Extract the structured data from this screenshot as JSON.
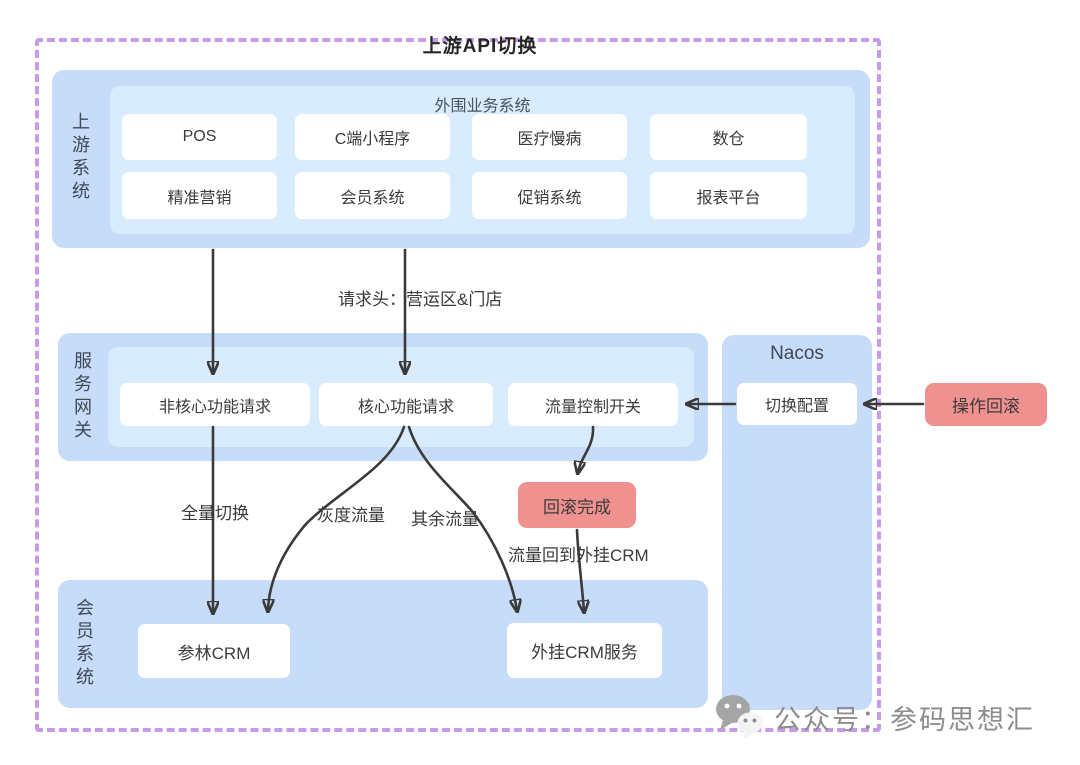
{
  "title": "上游API切换",
  "upstream": {
    "label": "上游系统",
    "inner_title": "外围业务系统",
    "boxes": [
      "POS",
      "C端小程序",
      "医疗慢病",
      "数仓",
      "精准营销",
      "会员系统",
      "促销系统",
      "报表平台"
    ]
  },
  "gateway": {
    "label": "服务网关",
    "boxes": [
      "非核心功能请求",
      "核心功能请求",
      "流量控制开关"
    ]
  },
  "member": {
    "label": "会员系统",
    "boxes": [
      "参林CRM",
      "外挂CRM服务"
    ]
  },
  "nacos": {
    "title": "Nacos",
    "box": "切换配置"
  },
  "external": {
    "operation_rollback": "操作回滚"
  },
  "flow_labels": {
    "request_header": "请求头：营运区&门店",
    "full_switch": "全量切换",
    "gray_traffic": "灰度流量",
    "other_traffic": "其余流量",
    "rollback_done": "回滚完成",
    "traffic_back": "流量回到外挂CRM"
  },
  "watermark": {
    "icon": "wechat-icon",
    "text": "公众号：参码思想汇"
  },
  "colors": {
    "dashed_border": "#c89bea",
    "section_fill": "#c7dcf8",
    "inner_fill": "#d8ecfd",
    "box_fill": "#ffffff",
    "pink_fill": "#ef918f",
    "arrow": "#3a3a3a",
    "text": "#3c3c3c",
    "watermark_text": "#8d8d8d"
  }
}
